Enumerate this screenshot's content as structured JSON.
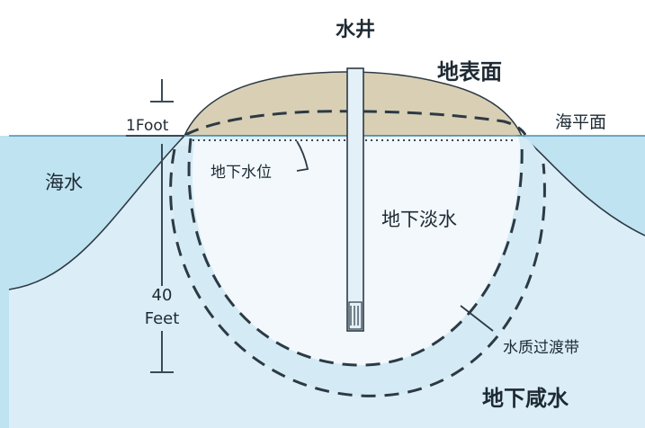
{
  "labels": {
    "well": "水井",
    "land_surface": "地表面",
    "sea_level": "海平面",
    "seawater": "海水",
    "one_foot": "1Foot",
    "water_table": "地下水位",
    "fresh_groundwater": "地下淡水",
    "forty": "40",
    "feet": "Feet",
    "transition_zone": "水质过渡带",
    "saline_groundwater": "地下咸水"
  },
  "colors": {
    "sky": "#ffffff",
    "sea": "#bfe3f1",
    "island_land": "#d9cfb4",
    "freshwater_lens": "#f2f8fc",
    "transition_band": "#d4ebf6",
    "well_fill": "#e4f0f8",
    "line": "#2c3a44"
  }
}
